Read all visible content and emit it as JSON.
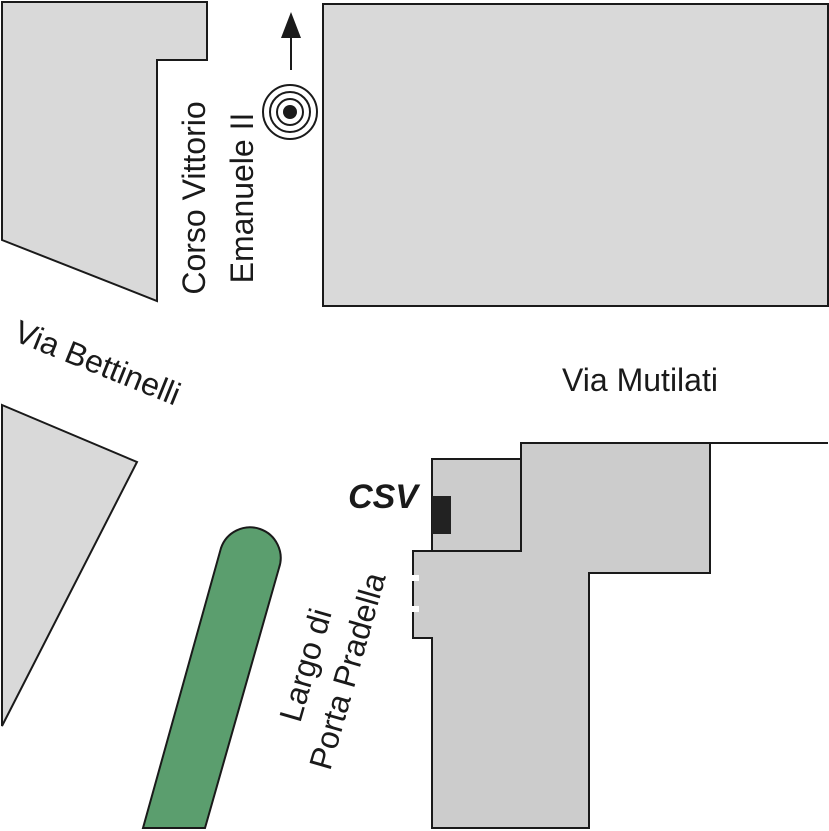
{
  "streets": {
    "corso_line1": "Corso Vittorio",
    "corso_line2": "Emanuele II",
    "bettinelli": "Via Bettinelli",
    "mutilati": "Via Mutilati",
    "largo_line1": "Largo di",
    "largo_line2": "Porta Pradella"
  },
  "poi": {
    "label": "CSV"
  },
  "colors": {
    "block_light": "#d9d9d9",
    "block_mid": "#cccccc",
    "park": "#5b9e6e",
    "outline": "#1a1a1a",
    "marker": "#222222"
  },
  "icons": {
    "location": "location-target-icon",
    "direction": "north-arrow-icon"
  }
}
